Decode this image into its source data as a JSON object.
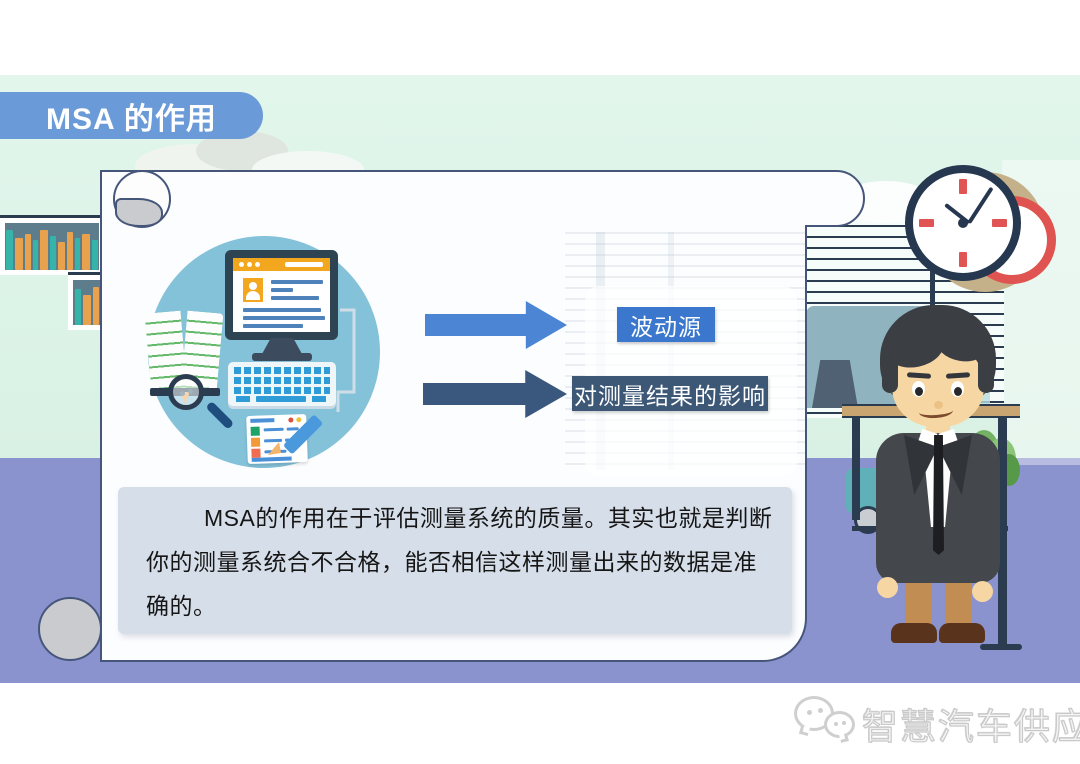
{
  "banner": {
    "label": "MSA 的作用"
  },
  "flow": {
    "source_label": "波动源",
    "effect_label": "对测量结果的影响"
  },
  "description": {
    "lines": [
      "MSA的作用在于评估测量系统的质量。其实也就是判断",
      "你的测量系统合不合格，能否相信这样测量出来的数据是准",
      "确的。"
    ]
  },
  "footer": {
    "brand": "智慧汽车供应链"
  },
  "icons": {
    "brand_logo": "wechat-bubbles-icon",
    "clock": "wall-clock-icon",
    "monitor": "computer-monitor-icon",
    "keyboard": "keyboard-icon",
    "book": "open-book-icon",
    "magnifier": "magnifier-icon",
    "notepad": "checklist-notepad-icon",
    "pencil": "pencil-icon",
    "arrows": "right-arrow-icon"
  },
  "colors": {
    "banner_blue": "#6b9ad8",
    "arrow_light_blue": "#4c85d3",
    "arrow_dark_blue": "#3a577e",
    "label_blue": "#3b77cd",
    "label_dark_blue": "#3d5877",
    "textbox_grey_blue": "#d6dee9",
    "floor_purple": "#8b93ce",
    "wall_mint": "#dcf2e7",
    "illustration_circle_blue": "#84c2d9"
  }
}
